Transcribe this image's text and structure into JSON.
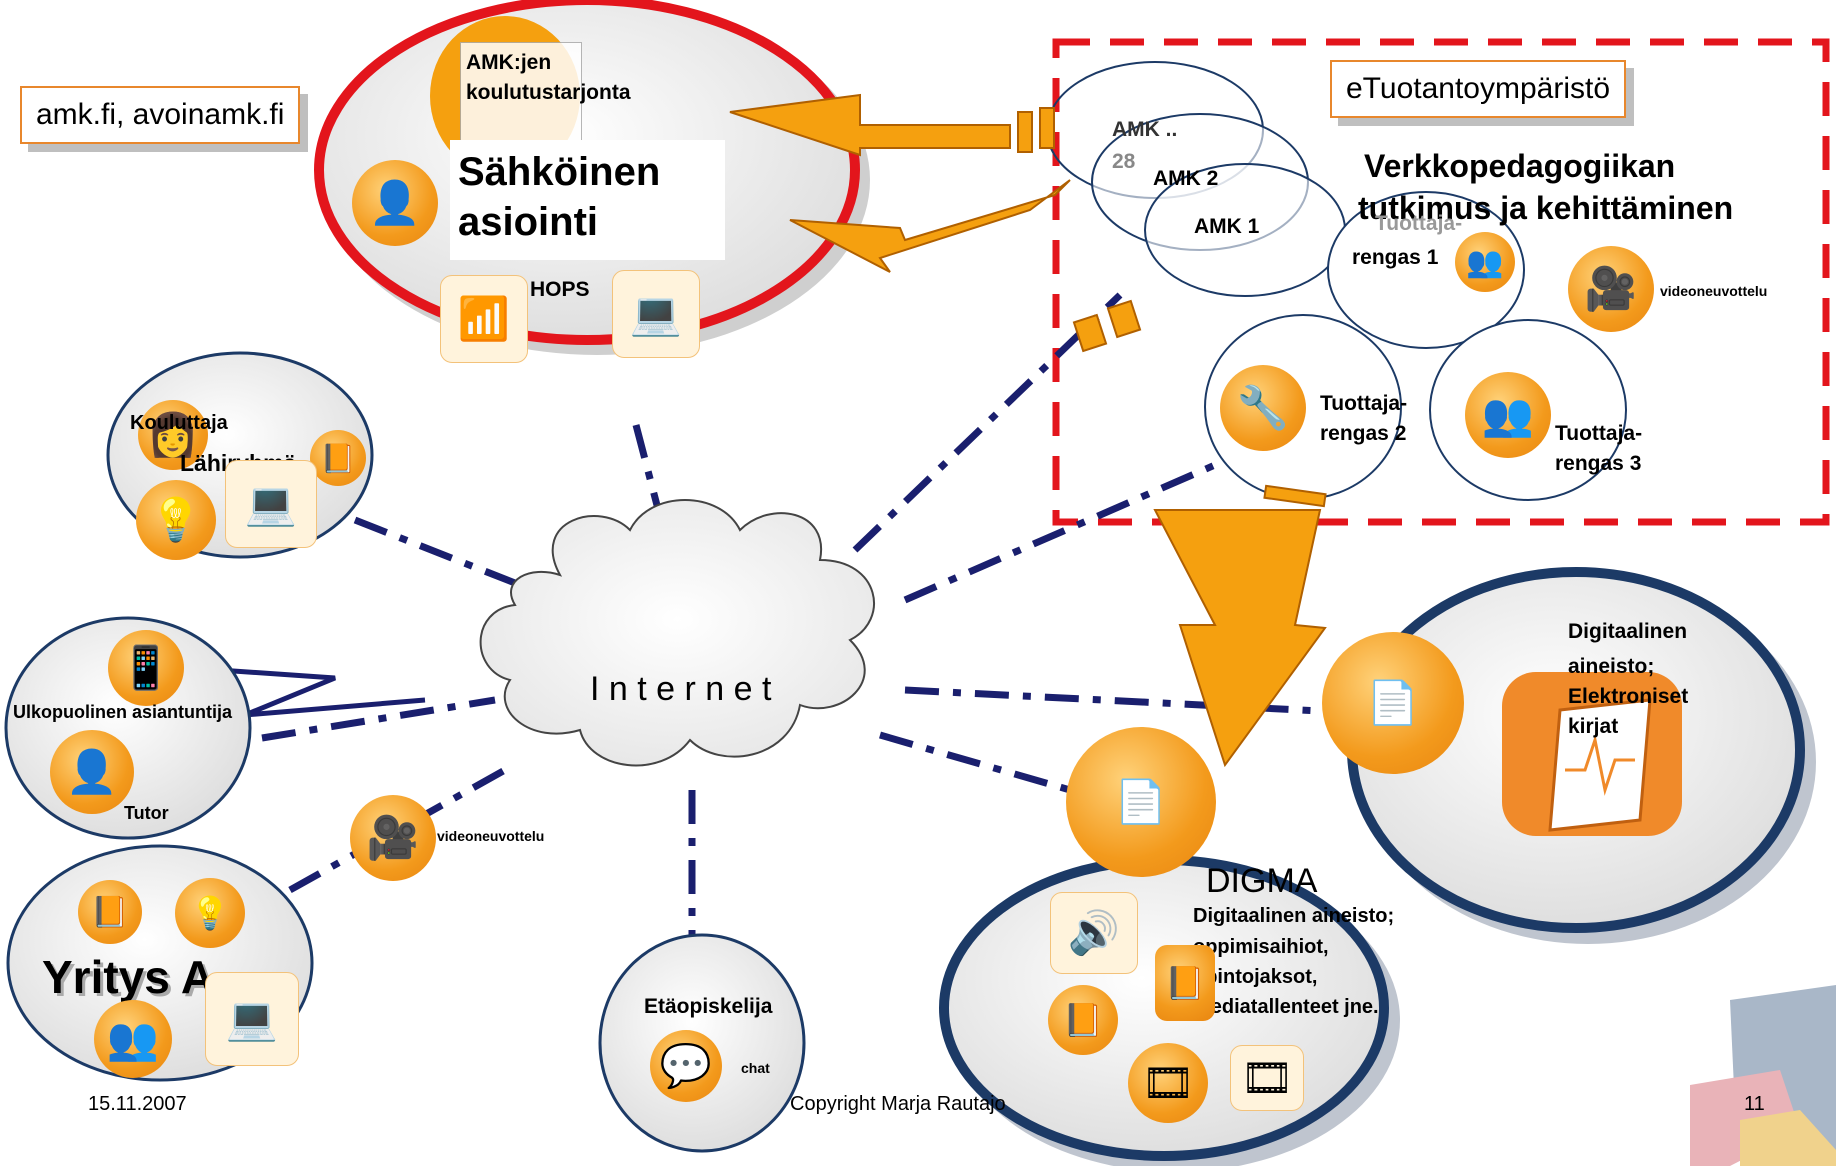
{
  "boxes": {
    "portals": "amk.fi, avoinamk.fi",
    "production": "eTuotantoympäristö"
  },
  "eservice": {
    "catalog": "AMK:jen koulutustarjonta",
    "title_line1": "Sähköinen",
    "title_line2": "asiointi",
    "hops": "HOPS"
  },
  "production_env": {
    "amk_all": "AMK ..",
    "amk_28": "28",
    "amk2": "AMK 2",
    "amk1": "AMK 1",
    "research_line1": "Verkkopedagogiikan",
    "research_line2": "tutkimus ja kehittäminen",
    "ring1_line1": "Tuottaja-",
    "ring1_line2": "rengas 1",
    "ring2_line1": "Tuottaja-",
    "ring2_line2": "rengas 2",
    "ring3_line1": "Tuottaja-",
    "ring3_line2": "rengas 3",
    "video": "videoneuvottelu"
  },
  "internet": "I n t e r n e t",
  "local_group": {
    "trainer": "Kouluttaja",
    "group": "Lähiryhmä"
  },
  "external": {
    "expert": "Ulkopuolinen asiantuntija",
    "tutor": "Tutor"
  },
  "company": {
    "name": "Yritys A",
    "video": "videoneuvottelu"
  },
  "distance": {
    "student": "Etäopiskelija",
    "chat": "chat"
  },
  "digital": {
    "line1": "Digitaalinen",
    "line2": "aineisto;",
    "line3": "Elektroniset",
    "line4": "kirjat"
  },
  "digma": {
    "title": "DIGMA",
    "line1": "Digitaalinen aineisto;",
    "line2": "oppimisaihiot,",
    "line3": "opintojaksot,",
    "line4": "mediatallenteet jne."
  },
  "footer": {
    "date": "15.11.2007",
    "copyright": "Copyright Marja Rautajo",
    "page": "11"
  },
  "colors": {
    "link_line": "#1a1f6e",
    "arrow_fill": "#f5a00f",
    "red_ring": "#e3151c",
    "blue_ring": "#1c3a66",
    "dashed_box": "#e3151c"
  }
}
